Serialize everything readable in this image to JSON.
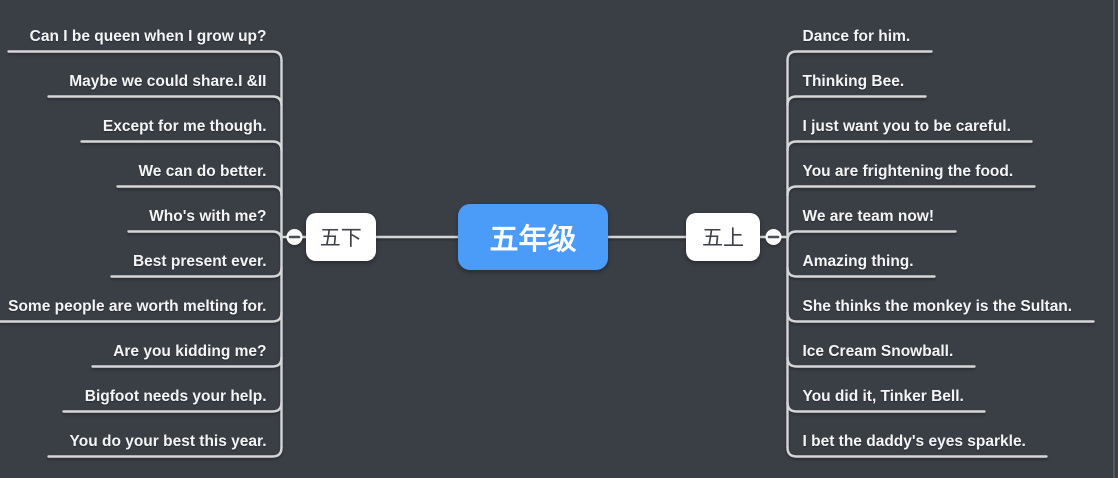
{
  "app": {
    "background_color": "#3a3e45",
    "connector_color": "#d5d6d8",
    "topic_text_color": "#f4f5f6"
  },
  "central_topic": {
    "label": "五年级",
    "bg_color": "#4b9bf9",
    "text_color": "#ffffff"
  },
  "left_branch": {
    "label": "五下",
    "collapse_icon": "minus",
    "items": [
      "Can I be queen when I grow up?",
      "Maybe we could share.I &II",
      "Except for me though.",
      "We can do better.",
      "Who's with me?",
      "Best present ever.",
      "Some people are worth melting for.",
      "Are you kidding me?",
      "Bigfoot needs your help.",
      "You do your best this year."
    ]
  },
  "right_branch": {
    "label": "五上",
    "collapse_icon": "minus",
    "items": [
      "Dance for him.",
      "Thinking Bee.",
      "I just want you to be careful.",
      "You are frightening the food.",
      "We are team now!",
      "Amazing thing.",
      "She thinks the monkey is the Sultan.",
      "Ice Cream Snowball.",
      "You did it, Tinker Bell.",
      "I bet the daddy's eyes sparkle."
    ]
  }
}
